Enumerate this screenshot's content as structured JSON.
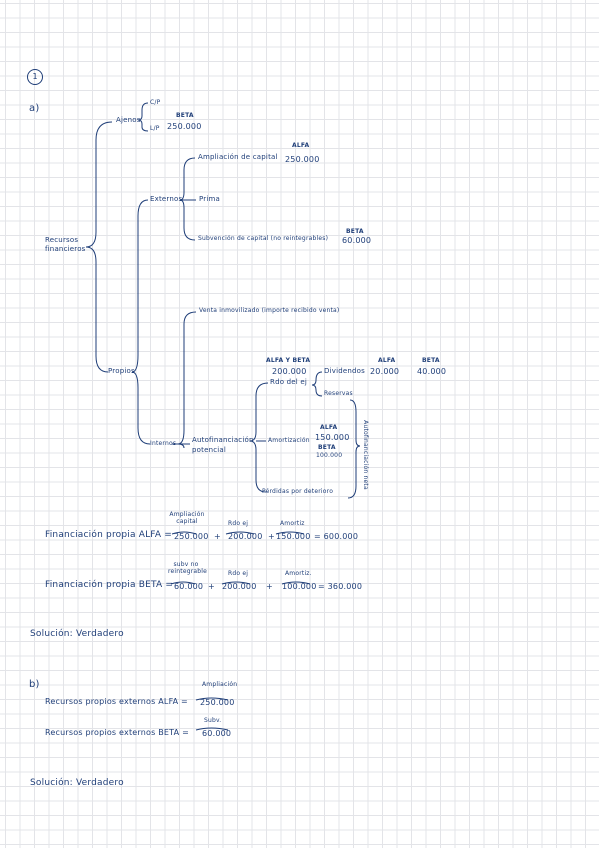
{
  "problem_number": "1",
  "part_a": {
    "label": "a)",
    "root": "Recursos financieros",
    "ajenos": {
      "label": "Ajenos",
      "cp": "C/P",
      "lp": "L/P",
      "lp_company": "BETA",
      "lp_value": "250.000"
    },
    "externos_top": {
      "label": "Externos",
      "ampliacion": "Ampliación de capital",
      "ampliacion_company": "ALFA",
      "ampliacion_value": "250.000",
      "prima": "Prima",
      "subvencion": "Subvención de capital (no reintegrables)",
      "subvencion_company": "BETA",
      "subvencion_value": "60.000"
    },
    "propios": {
      "label": "Propios"
    },
    "venta_inmovilizado": "Venta inmovilizado (importe recibido venta)",
    "internos": {
      "label": "Internos",
      "autofinanciacion": "Autofinanciación potencial",
      "rdo_company": "ALFA Y BETA",
      "rdo_value": "200.000",
      "rdo_label": "Rdo del ej",
      "dividendos": "Dividendos",
      "dividendos_alfa_label": "ALFA",
      "dividendos_alfa_value": "20.000",
      "dividendos_beta_label": "BETA",
      "dividendos_beta_value": "40.000",
      "reservas": "Reservas",
      "amort_alfa_label": "ALFA",
      "amort_alfa_value": "150.000",
      "amort_beta_label": "BETA",
      "amort_beta_value": "100.000",
      "amortizacion": "Amortización",
      "perdidas": "Pérdidas por deterioro",
      "autofin_neta": "Autofinanciación neta"
    },
    "formula_alfa": {
      "label": "Financiación propia ALFA =",
      "ann1": "Ampliación capital",
      "v1": "250.000",
      "ann2": "Rdo ej",
      "v2": "200.000",
      "ann3": "Amortiz",
      "v3": "150.000",
      "result": "= 600.000"
    },
    "formula_beta": {
      "label": "Financiación propia BETA =",
      "ann1": "subv no reintegrable",
      "v1": "60.000",
      "ann2": "Rdo ej",
      "v2": "200.000",
      "ann3": "Amortiz.",
      "v3": "100.000",
      "result": "= 360.000"
    },
    "solucion": "Solución: Verdadero"
  },
  "part_b": {
    "label": "b)",
    "alfa_label": "Recursos propios externos ALFA =",
    "alfa_ann": "Ampliación",
    "alfa_value": "250.000",
    "beta_label": "Recursos propios externos BETA =",
    "beta_ann": "Subv.",
    "beta_value": "60.000",
    "solucion": "Solución: Verdadero"
  }
}
